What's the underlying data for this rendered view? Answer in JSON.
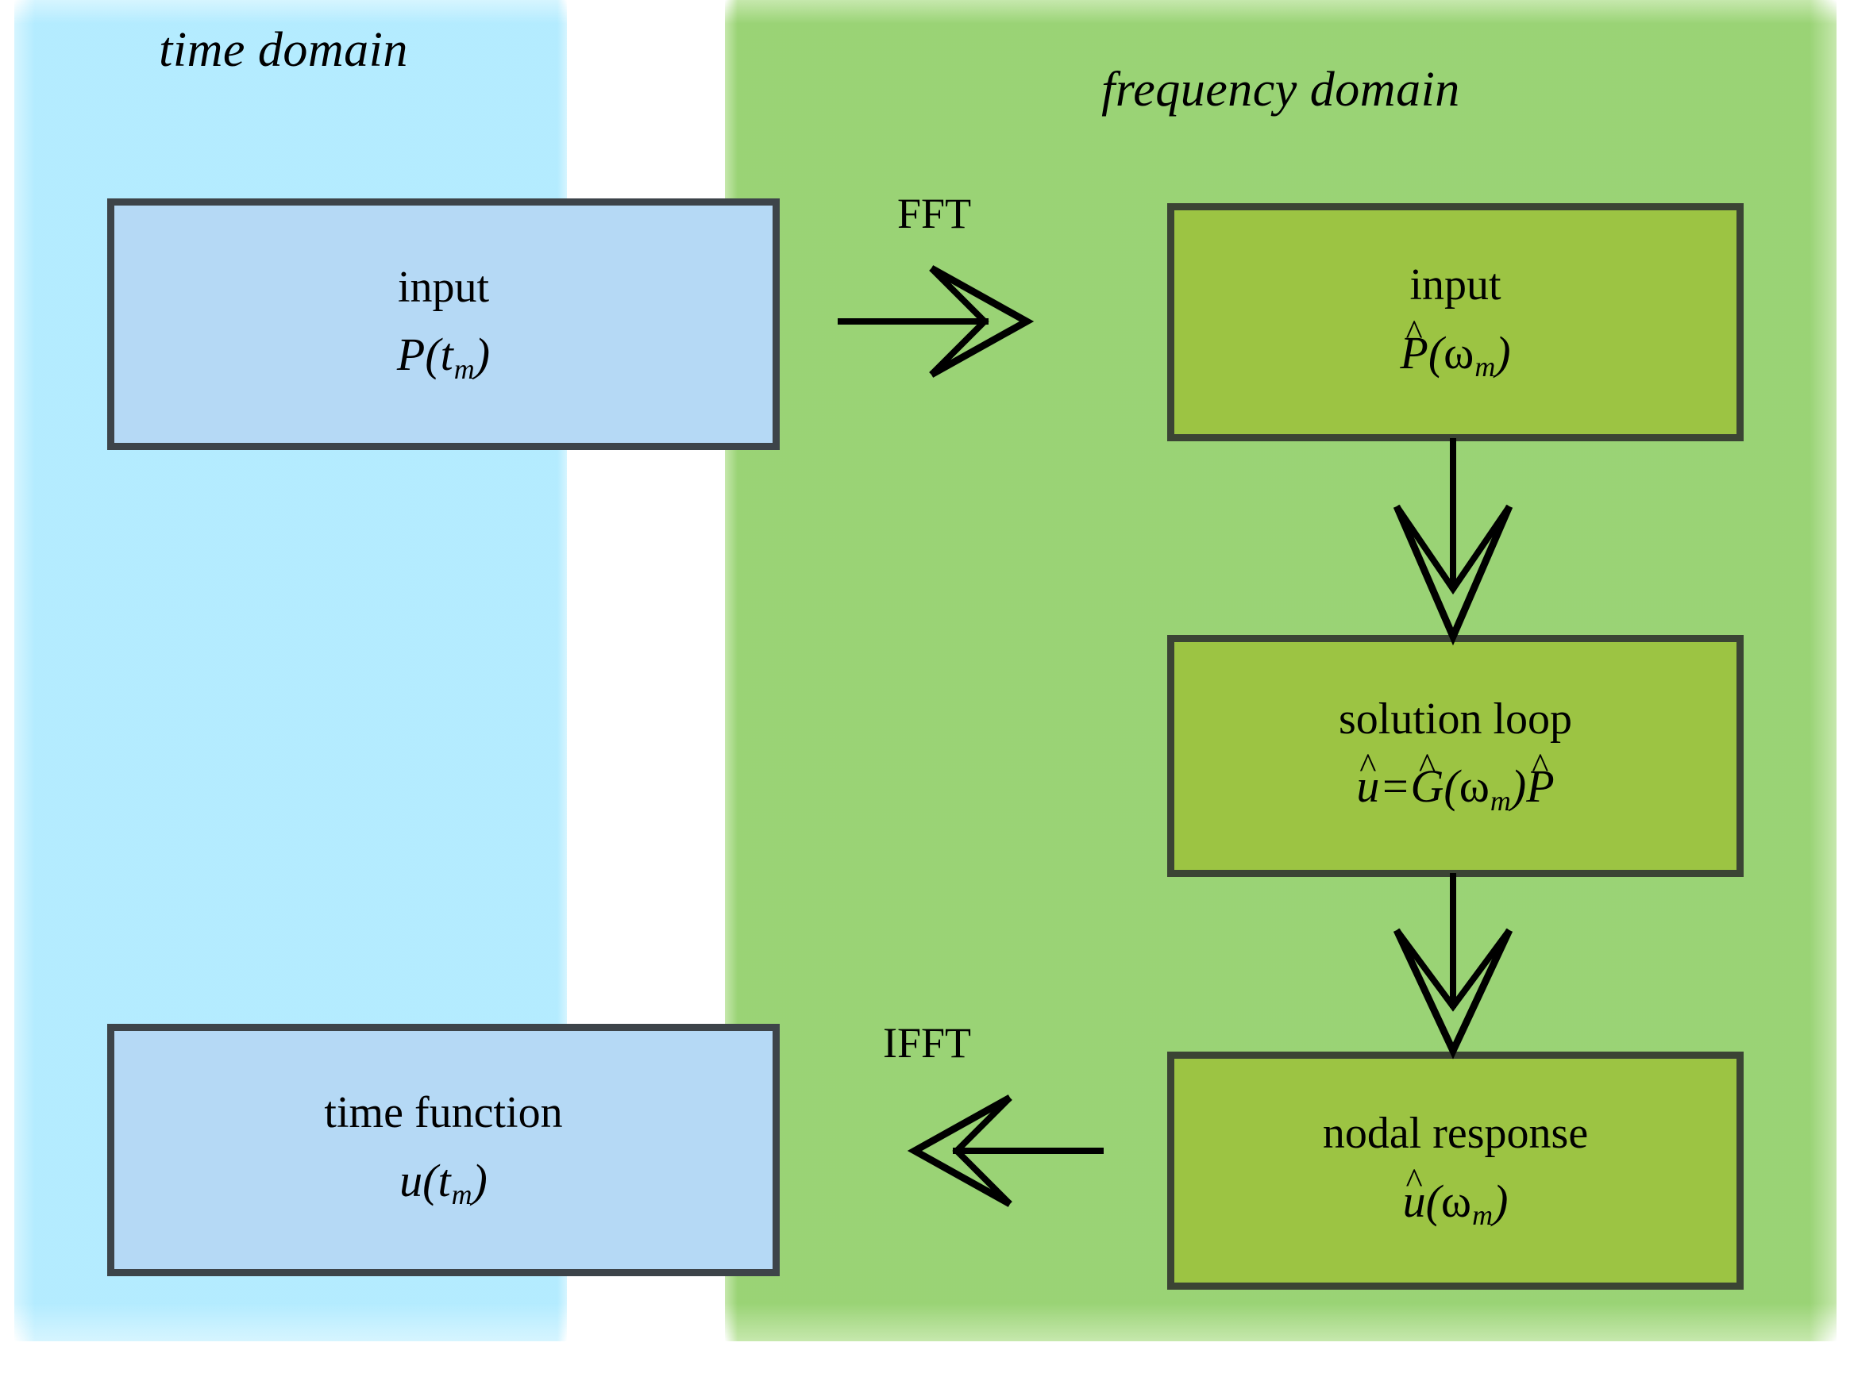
{
  "colors": {
    "time_panel": "#d6f5ff",
    "freq_panel": "#c6e8ad",
    "time_box_fill": "#b5d9f5",
    "freq_box_fill": "#9cc443",
    "box_border_blue": "#3d4449",
    "box_border_green": "#3b4434",
    "text": "#000000",
    "arrow": "#000000"
  },
  "panels": {
    "time": {
      "title": "time domain"
    },
    "frequency": {
      "title": "frequency domain"
    }
  },
  "boxes": {
    "input_time": {
      "line1": "input",
      "formula_plain": "P(t_m)",
      "symbol": "P",
      "hat": false,
      "arg": "t",
      "sub": "m"
    },
    "time_func": {
      "line1": "time function",
      "formula_plain": "u(t_m)",
      "symbol": "u",
      "hat": false,
      "arg": "t",
      "sub": "m"
    },
    "input_freq": {
      "line1": "input",
      "formula_plain": "P̂(ω_m)",
      "symbol": "P",
      "hat": true,
      "arg": "ω",
      "sub": "m"
    },
    "solution": {
      "line1": "solution loop",
      "formula_plain": "û=Ĝ(ω_m)P̂"
    },
    "nodal": {
      "line1": "nodal response",
      "formula_plain": "û(ω_m)",
      "symbol": "u",
      "hat": true,
      "arg": "ω",
      "sub": "m"
    }
  },
  "arrows": {
    "fft": {
      "label": "FFT",
      "direction": "right",
      "from": "input_time",
      "to": "input_freq"
    },
    "ifft": {
      "label": "IFFT",
      "direction": "left",
      "from": "nodal",
      "to": "time_func"
    },
    "down_1": {
      "label": "",
      "direction": "down",
      "from": "input_freq",
      "to": "solution"
    },
    "down_2": {
      "label": "",
      "direction": "down",
      "from": "solution",
      "to": "nodal"
    }
  }
}
